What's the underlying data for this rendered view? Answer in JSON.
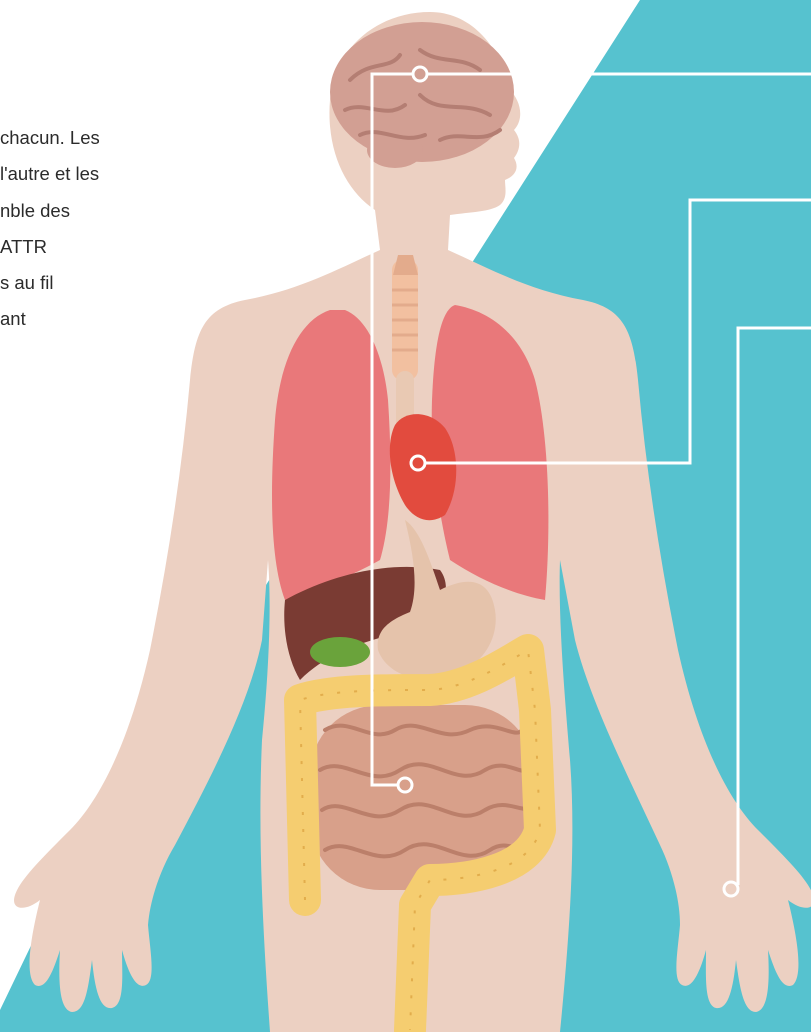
{
  "intro": {
    "lines": [
      "chacun. Les",
      "l'autre et les",
      "nble des",
      "ATTR",
      "s au fil",
      "ant"
    ]
  },
  "colors": {
    "teal": "#56c2cf",
    "skin": "#ecd0c2",
    "callout": "#ffffff",
    "brain": "#d29f93",
    "lung": "#e9787a",
    "heart": "#e24b3e",
    "liver": "#7a3b33",
    "stomach": "#e5c3ab",
    "small_intestine": "#d8a08a",
    "colon": "#f5cd70",
    "gallbladder": "#6aa33b",
    "trachea": "#f2c0a0"
  },
  "callouts": [
    {
      "organ": "brain"
    },
    {
      "organ": "heart"
    },
    {
      "organ": "intestine"
    },
    {
      "organ": "hand"
    }
  ]
}
